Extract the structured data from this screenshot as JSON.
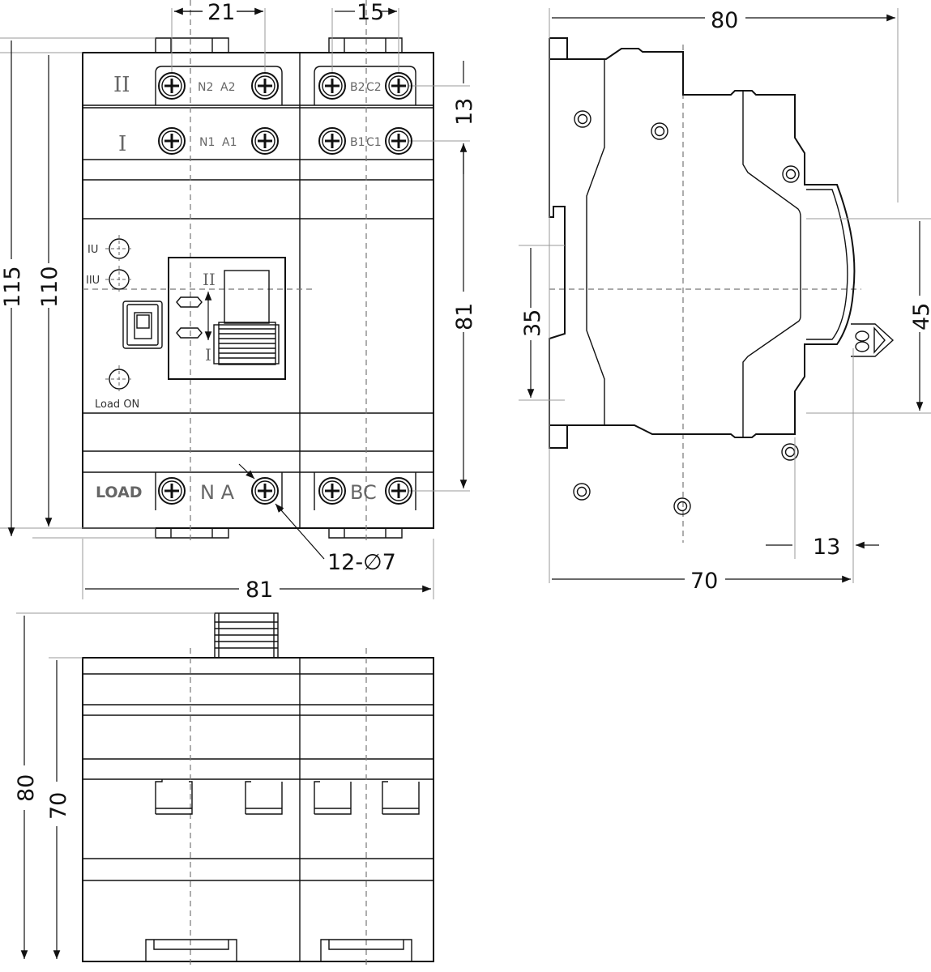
{
  "front_view": {
    "row_labels": [
      "II",
      "I"
    ],
    "terminal_labels_top_row": [
      "N2",
      "A2",
      "B2",
      "C2"
    ],
    "terminal_labels_second_row": [
      "N1",
      "A1",
      "B1",
      "C1"
    ],
    "indicator_labels": [
      "IU",
      "IIU"
    ],
    "switch_positions": [
      "II",
      "I"
    ],
    "load_on_label": "Load ON",
    "load_label": "LOAD",
    "load_terminals": [
      "N A",
      "BC"
    ],
    "hole_callout": "12-∅7"
  },
  "dimensions": {
    "front": {
      "pitch_left": "21",
      "pitch_right": "15",
      "height_outer": "115",
      "height_body": "110",
      "row_spacing": "13",
      "terminal_span": "81",
      "width": "81"
    },
    "side": {
      "depth": "80",
      "rail": "35",
      "handle_zone": "45",
      "handle_protrusion": "13",
      "body_depth": "70"
    },
    "bottom": {
      "height_outer": "80",
      "height_body": "70"
    }
  }
}
